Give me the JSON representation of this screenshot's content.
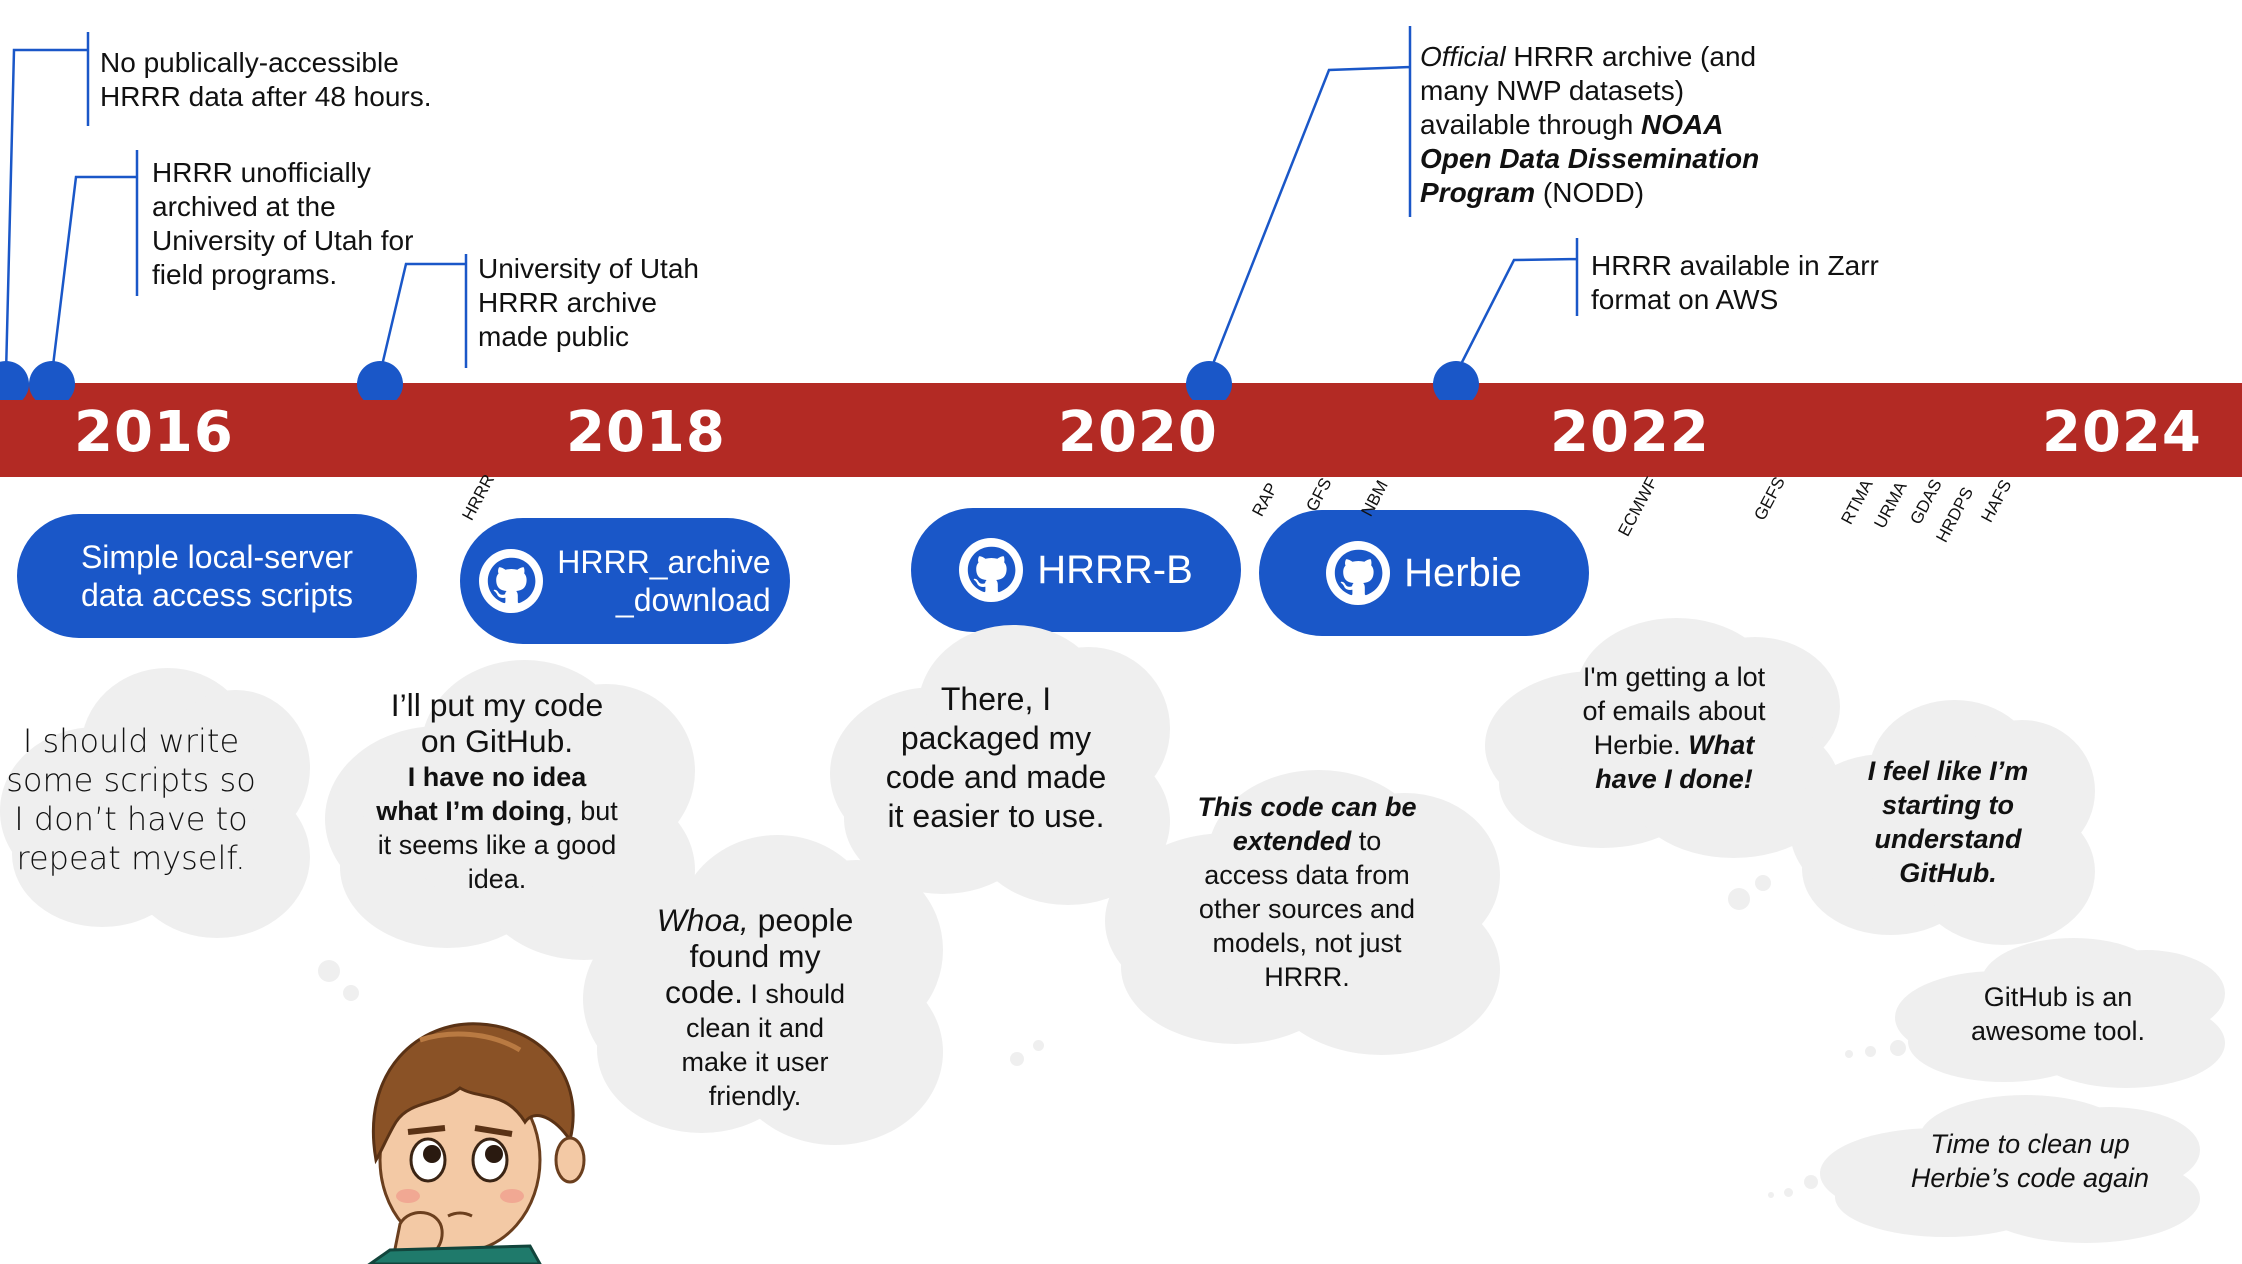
{
  "timeline": {
    "years": [
      "2016",
      "2018",
      "2020",
      "2022",
      "2024"
    ],
    "colors": {
      "band": "#b32a24",
      "accent": "#1a57c8",
      "cloud": "#efefef"
    }
  },
  "annotations": [
    {
      "lines": [
        "No publically-accessible",
        "HRRR data after 48 hours."
      ]
    },
    {
      "lines": [
        "HRRR unofficially",
        "archived at the",
        "University of Utah for",
        "field programs."
      ]
    },
    {
      "lines": [
        "University of Utah",
        "HRRR archive",
        "made public"
      ]
    },
    {
      "lines": [
        [
          {
            "t": "Official",
            "i": true
          },
          {
            "t": " HRRR archive (and"
          }
        ],
        [
          {
            "t": "many NWP datasets)"
          }
        ],
        [
          {
            "t": "available through "
          },
          {
            "t": "NOAA",
            "b": true,
            "i": true
          }
        ],
        [
          {
            "t": "Open Data Dissemination",
            "b": true,
            "i": true
          }
        ],
        [
          {
            "t": "Program",
            "b": true,
            "i": true
          },
          {
            "t": " (NODD)"
          }
        ]
      ]
    },
    {
      "lines": [
        "HRRR available in Zarr",
        "format on AWS"
      ]
    }
  ],
  "pills": [
    {
      "lines": [
        "Simple local-server",
        "data access scripts"
      ],
      "icon": null
    },
    {
      "lines": [
        "HRRR_archive",
        "_download"
      ],
      "icon": "github-icon"
    },
    {
      "lines": [
        "HRRR-B"
      ],
      "icon": "github-icon"
    },
    {
      "lines": [
        "Herbie"
      ],
      "icon": "github-icon"
    }
  ],
  "model_tags": [
    "HRRR",
    "RAP",
    "GFS",
    "NBM",
    "ECMWF",
    "GEFS",
    "RTMA",
    "URMA",
    "GDAS",
    "HRDPS",
    "HAFS"
  ],
  "thoughts": [
    {
      "lines": [
        [
          {
            "t": "I should write"
          }
        ],
        [
          {
            "t": "some scripts so"
          }
        ],
        [
          {
            "t": "I don’t have to"
          }
        ],
        [
          {
            "t": "repeat myself."
          }
        ]
      ]
    },
    {
      "lines": [
        [
          {
            "t": "I’ll put my code",
            "s": "l"
          }
        ],
        [
          {
            "t": "on GitHub.",
            "s": "l"
          }
        ],
        [
          {
            "t": "I have no idea",
            "b": true
          }
        ],
        [
          {
            "t": "what I’m doing",
            "b": true
          },
          {
            "t": ", but"
          }
        ],
        [
          {
            "t": "it seems like a good"
          }
        ],
        [
          {
            "t": "idea."
          }
        ]
      ]
    },
    {
      "lines": [
        [
          {
            "t": "Whoa,",
            "i": true,
            "s": "l"
          },
          {
            "t": " people",
            "s": "l"
          }
        ],
        [
          {
            "t": "found my",
            "s": "l"
          }
        ],
        [
          {
            "t": "code.",
            "s": "l"
          },
          {
            "t": " I should"
          }
        ],
        [
          {
            "t": "clean it and"
          }
        ],
        [
          {
            "t": "make it user"
          }
        ],
        [
          {
            "t": "friendly."
          }
        ]
      ]
    },
    {
      "lines": [
        [
          {
            "t": "There, I"
          }
        ],
        [
          {
            "t": "packaged my"
          }
        ],
        [
          {
            "t": "code and made"
          }
        ],
        [
          {
            "t": "it easier to use."
          }
        ]
      ]
    },
    {
      "lines": [
        [
          {
            "t": "This code can be",
            "b": true,
            "i": true
          }
        ],
        [
          {
            "t": "extended",
            "b": true,
            "i": true
          },
          {
            "t": " to"
          }
        ],
        [
          {
            "t": "access data from"
          }
        ],
        [
          {
            "t": "other sources and"
          }
        ],
        [
          {
            "t": "models, not just"
          }
        ],
        [
          {
            "t": "HRRR."
          }
        ]
      ]
    },
    {
      "lines": [
        [
          {
            "t": "I'm getting a lot"
          }
        ],
        [
          {
            "t": "of emails about"
          }
        ],
        [
          {
            "t": "Herbie. "
          },
          {
            "t": "What",
            "b": true,
            "i": true
          }
        ],
        [
          {
            "t": "have I done!",
            "b": true,
            "i": true
          }
        ]
      ]
    },
    {
      "lines": [
        [
          {
            "t": "I feel like I’m",
            "b": true,
            "i": true
          }
        ],
        [
          {
            "t": "starting to",
            "b": true,
            "i": true
          }
        ],
        [
          {
            "t": "understand",
            "b": true,
            "i": true
          }
        ],
        [
          {
            "t": "GitHub.",
            "b": true,
            "i": true
          }
        ]
      ]
    },
    {
      "lines": [
        [
          {
            "t": "GitHub is an"
          }
        ],
        [
          {
            "t": "awesome tool."
          }
        ]
      ]
    },
    {
      "lines": [
        [
          {
            "t": "Time to clean up",
            "i": true
          }
        ],
        [
          {
            "t": "Herbie’s code again",
            "i": true
          }
        ]
      ]
    }
  ]
}
